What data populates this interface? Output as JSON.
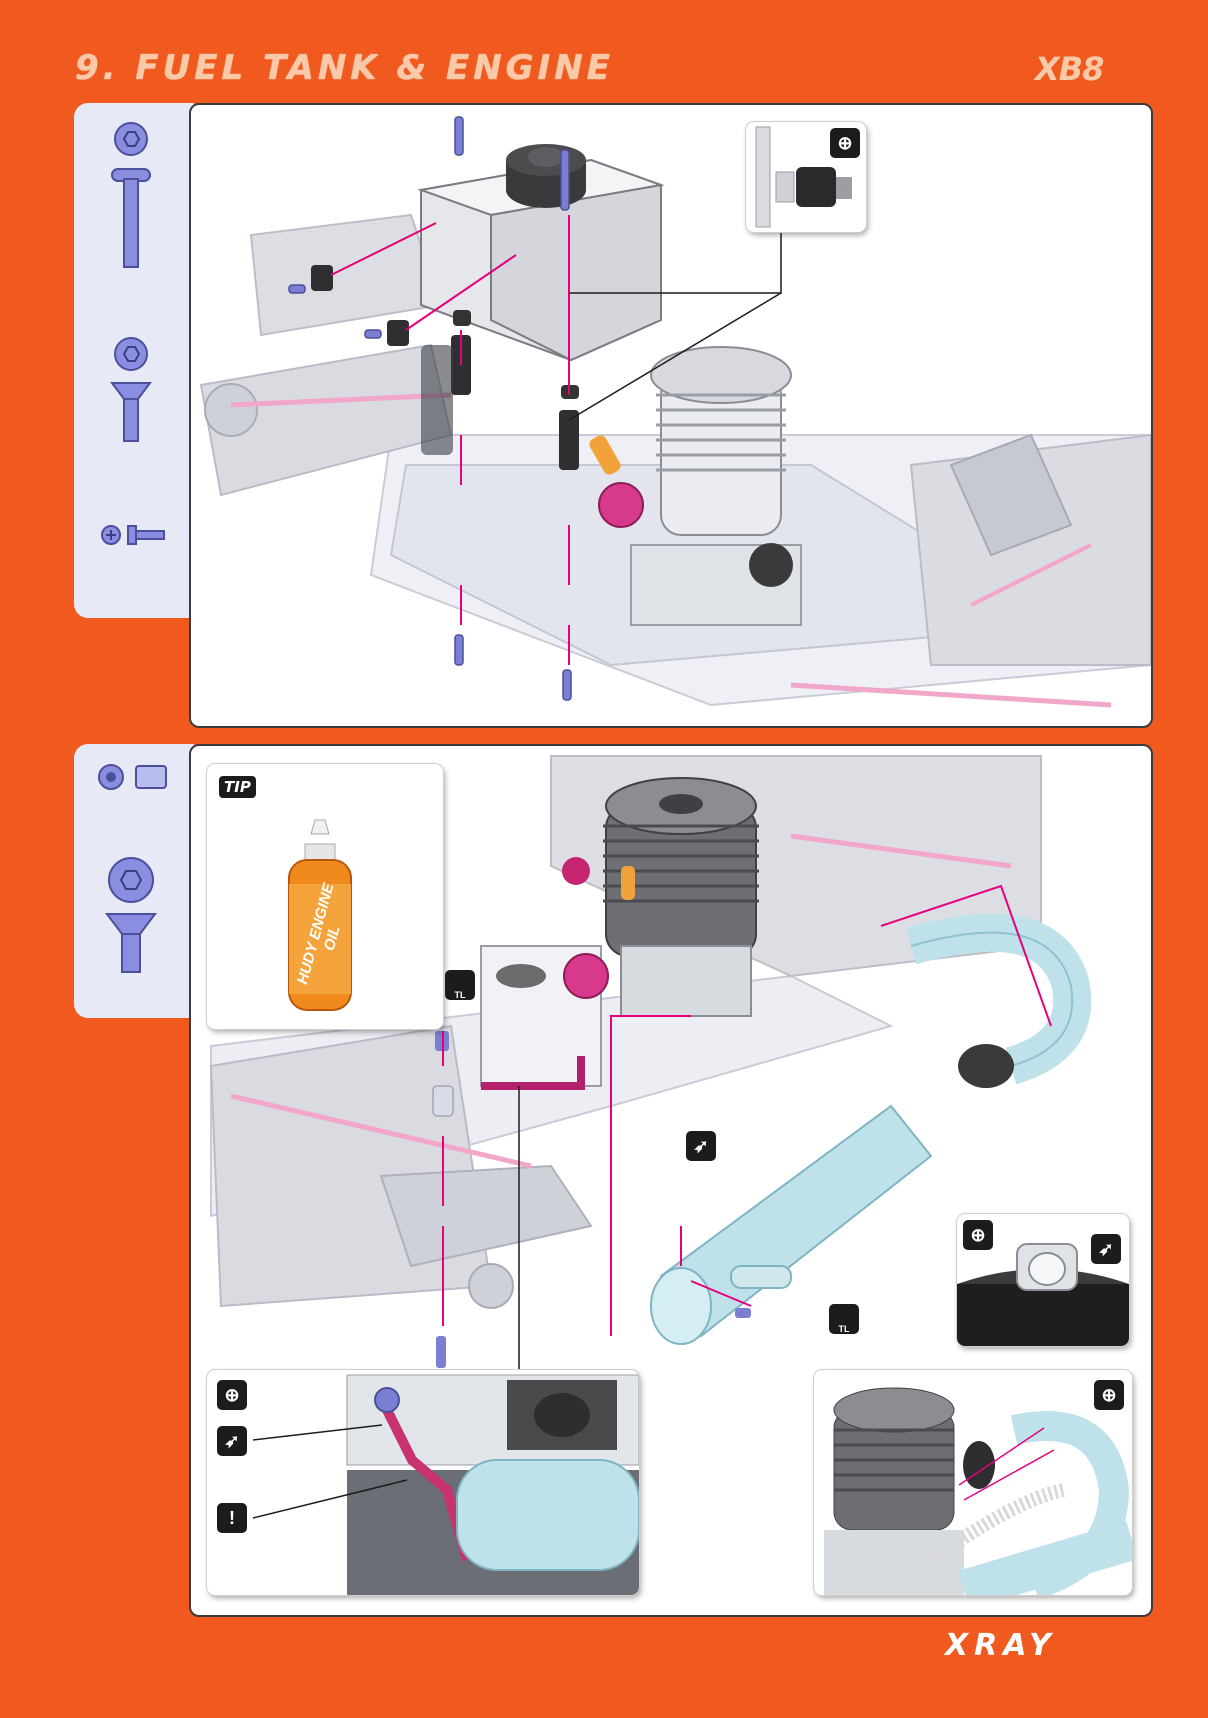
{
  "header": {
    "title": "9. FUEL TANK & ENGINE",
    "model_logo": "XB8"
  },
  "footer": {
    "brand_logo": "XRAY"
  },
  "colors": {
    "page_background": "#f05a1e",
    "accent_magenta": "#e6007e",
    "parts_strip": "#e7e9f7",
    "screw_blue": "#7b7fd1"
  },
  "step_top": {
    "parts": [
      "button-head-screw-icon",
      "flat-head-screw-icon",
      "phillips-screw-icon"
    ]
  },
  "step_bottom": {
    "parts": [
      "washer-icon",
      "spacer-icon",
      "flat-head-screw-icon"
    ],
    "tip_badge": "TIP",
    "tip_product_label": "HUDY ENGINE OIL",
    "threadlock_label": "TL",
    "warning_symbol": "!"
  }
}
